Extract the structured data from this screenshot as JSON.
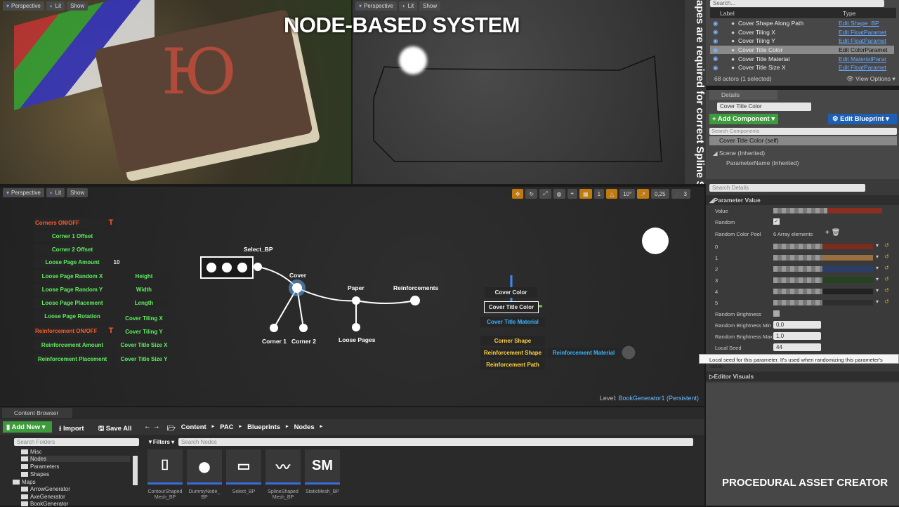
{
  "overlay_title": "NODE-BASED SYSTEM",
  "watermark": "PROCEDURAL ASSET CREATOR",
  "side_text": "apes are required for correct Spline S",
  "viewport": {
    "perspective": "Perspective",
    "lit": "Lit",
    "show": "Show"
  },
  "viewport_toolbar": {
    "grid": "1",
    "angle": "10°",
    "scale": "0,25",
    "camera_speed": "3"
  },
  "level": {
    "label": "Level:",
    "name": "BookGenerator1 (Persistent)"
  },
  "params_left": [
    {
      "label": "Corners ON/OFF",
      "color": "r",
      "badge": "T"
    },
    {
      "label": "Corner 1 Offset",
      "color": "g"
    },
    {
      "label": "Corner 2 Offset",
      "color": "g"
    },
    {
      "label": "Loose Page Amount",
      "color": "g",
      "value": "10"
    },
    {
      "label": "Loose Page Random X",
      "color": "g"
    },
    {
      "label": "Loose Page Random Y",
      "color": "g"
    },
    {
      "label": "Loose Page Placement",
      "color": "g"
    },
    {
      "label": "Loose Page Rotation",
      "color": "g"
    },
    {
      "label": "Reinforcement ON/OFF",
      "color": "r",
      "badge": "T"
    },
    {
      "label": "Reinforcement Amount",
      "color": "g"
    },
    {
      "label": "Reinforcement Placement",
      "color": "g"
    }
  ],
  "params_right": [
    "Height",
    "Width",
    "Length",
    "Cover Tiling X",
    "Cover Tiling Y",
    "Cover Title Size X",
    "Cover Title Size Y"
  ],
  "nodes": {
    "select": "Select_BP",
    "cover": "Cover",
    "paper": "Paper",
    "reinforcements": "Reinforcements",
    "corner1": "Corner 1",
    "corner2": "Corner 2",
    "loose_pages": "Loose Pages"
  },
  "scene_params": {
    "cover_color": "Cover Color",
    "cover_title_color": "Cover Title Color",
    "cover_title_material": "Cover Title Material",
    "corner_shape": "Corner Shape",
    "reinforcement_shape": "Reinforcement Shape",
    "reinforcement_path": "Reinforcement Path",
    "reinforcement_material": "Reinforcement Material"
  },
  "outliner": {
    "search_placeholder": "Search...",
    "col_label": "Label",
    "col_type": "Type",
    "rows": [
      {
        "label": "Cover Shape Along Path",
        "type": "Edit Shape_BP"
      },
      {
        "label": "Cover Tiling X",
        "type": "Edit FloatParamet"
      },
      {
        "label": "Cover Tiling Y",
        "type": "Edit FloatParamet"
      },
      {
        "label": "Cover Title Color",
        "type": "Edit ColorParamet",
        "selected": true
      },
      {
        "label": "Cover Title Material",
        "type": "Edit MaterialParar"
      },
      {
        "label": "Cover Title Size X",
        "type": "Edit FloatParamet"
      }
    ],
    "status": "68 actors (1 selected)",
    "view_options": "View Options"
  },
  "details": {
    "tab": "Details",
    "name_value": "Cover Title Color",
    "add_component": "+ Add Component",
    "edit_blueprint": "Edit Blueprint",
    "search_components": "Search Components",
    "self": "Cover Title Color (self)",
    "scene": "Scene (Inherited)",
    "param_name": "ParameterName (Inherited)",
    "search_details": "Search Details",
    "section": "Parameter Value",
    "value_label": "Value",
    "value_color": "#8a2e20",
    "random_label": "Random",
    "random_checked": true,
    "pool_label": "Random Color Pool",
    "pool_count": "6 Array elements",
    "pool": [
      {
        "i": "0",
        "color": "#7a2c1e"
      },
      {
        "i": "1",
        "color": "#9a7040"
      },
      {
        "i": "2",
        "color": "#2a3e66"
      },
      {
        "i": "3",
        "color": "#25421f"
      },
      {
        "i": "4",
        "color": "#222222"
      },
      {
        "i": "5",
        "color": "#2e2e2e"
      }
    ],
    "rand_bright": "Random Brightness",
    "rand_bright_checked": false,
    "rand_min": "Random Brightness Min",
    "rand_min_value": "0,0",
    "rand_max": "Random Brightness Max",
    "rand_max_value": "1,0",
    "seed": "Local Seed",
    "seed_value": "44",
    "tooltip": "Local seed for this parameter. It's used when randomizing this parameter's value.",
    "editor_visuals": "Editor Visuals"
  },
  "content_browser": {
    "tab": "Content Browser",
    "add_new": "Add New",
    "import": "Import",
    "save_all": "Save All",
    "path": [
      "Content",
      "PAC",
      "Blueprints",
      "Nodes"
    ],
    "search_folders": "Search Folders",
    "filters": "Filters",
    "search_nodes": "Search Nodes",
    "folders": [
      "Misc",
      "Nodes",
      "Parameters",
      "Shapes",
      "Maps",
      "ArrowGenerator",
      "AxeGenerator",
      "BookGenerator"
    ],
    "assets": [
      {
        "name": "ContourShaped Mesh_BP",
        "glyph": "⌷"
      },
      {
        "name": "DummyNode_ BP",
        "glyph": "●"
      },
      {
        "name": "Select_BP",
        "glyph": "▭"
      },
      {
        "name": "SplineShaped Mesh_BP",
        "glyph": "〰"
      },
      {
        "name": "StaticMesh_BP",
        "glyph": "SM"
      }
    ]
  }
}
